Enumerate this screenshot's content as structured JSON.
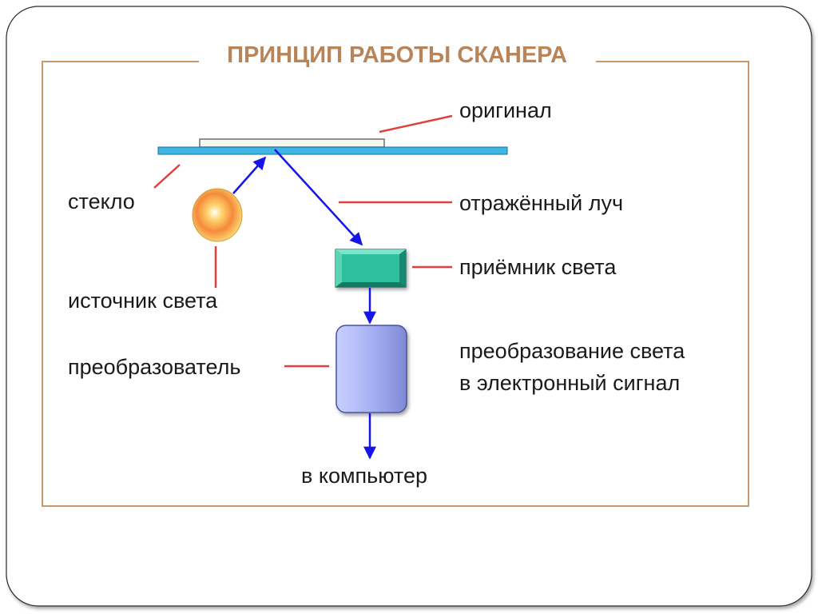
{
  "title": "ПРИНЦИП РАБОТЫ СКАНЕРА",
  "labels": {
    "original": "оригинал",
    "glass": "стекло",
    "reflected_ray": "отражённый луч",
    "light_receiver": "приёмник света",
    "light_source": "источник света",
    "converter": "преобразователь",
    "conversion_line1": "преобразование света",
    "conversion_line2": "в электронный сигнал",
    "to_computer": "в компьютер"
  },
  "colors": {
    "title": "#b8845a",
    "frame": "#c8996b",
    "leader_lines": "#e0403c",
    "arrows": "#1515e6",
    "glass": "#3fb6e6",
    "receiver": "#2fbf9f",
    "converter": "#a9b4f5"
  }
}
